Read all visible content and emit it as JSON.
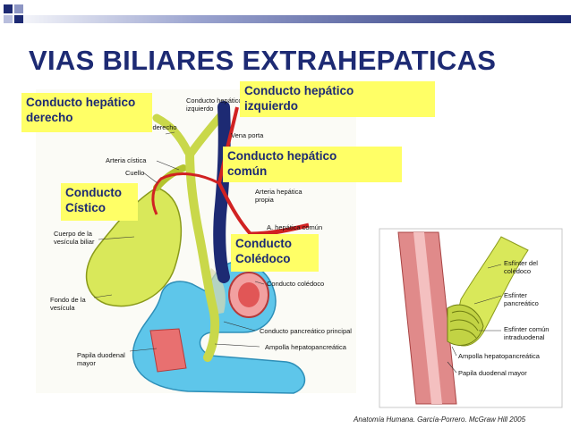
{
  "title": "VIAS BILIARES EXTRAHEPATICAS",
  "callouts": {
    "hep_der": [
      "Conducto hepático",
      "derecho"
    ],
    "hep_izq": [
      "Conducto hepático",
      "izquierdo"
    ],
    "hep_comun": [
      "Conducto hepático",
      "común"
    ],
    "cistico": [
      "Conducto",
      "Cístico"
    ],
    "coledoco": [
      "Conducto",
      "Colédoco"
    ]
  },
  "left_labels": {
    "hep_izq": [
      "Conducto hepático",
      "izquierdo"
    ],
    "hep_der": "hepático derecho",
    "vena_porta": "Vena porta",
    "arteria_cistica": "Arteria cística",
    "cuello": "Cuello",
    "arteria_hep_propia": [
      "Arteria hepática",
      "propia"
    ],
    "cuerpo": [
      "Cuerpo de la",
      "vesícula biliar"
    ],
    "a_hep_comun": "A. hepática común",
    "fondo": [
      "Fondo de la",
      "vesícula"
    ],
    "coledoco": "Conducto colédoco",
    "pancreatico": "Conducto pancreático principal",
    "papila": [
      "Papila duodenal",
      "mayor"
    ],
    "ampolla": "Ampolla hepatopancreática"
  },
  "right_labels": {
    "esf_coledoco": [
      "Esfínter del",
      "colédoco"
    ],
    "esf_pancreatico": [
      "Esfínter",
      "pancreático"
    ],
    "esf_comun": [
      "Esfínter común",
      "intraduodenal"
    ],
    "ampolla": "Ampolla hepatopancreática",
    "papila": "Papila duodenal mayor"
  },
  "citation": "Anatomía Humana. García-Porrero. McGraw Hill 2005"
}
